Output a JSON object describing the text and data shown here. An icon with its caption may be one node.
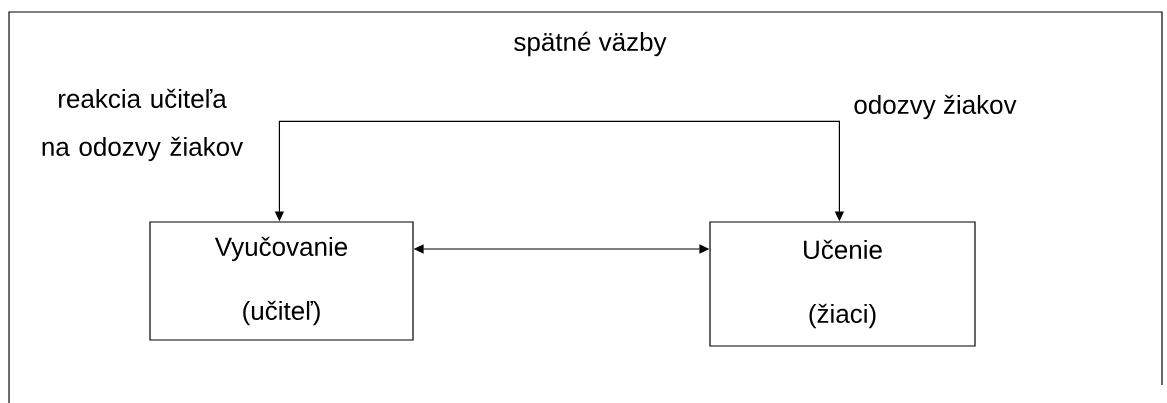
{
  "diagram": {
    "nodes": [
      {
        "text": [
          "Vyučovanie",
          "(učiteľ)"
        ]
      },
      {
        "text": [
          "Učenie",
          "(žiaci)"
        ]
      }
    ],
    "edges": [
      {
        "from": 0,
        "to": 1,
        "arrow": "both"
      },
      {
        "from": 0,
        "to": 1,
        "arrow": "both"
      }
    ],
    "labels": [
      "spätné väzby",
      "reakcia učiteľa na odozvy žiakov",
      "odozvy žiakov"
    ]
  }
}
